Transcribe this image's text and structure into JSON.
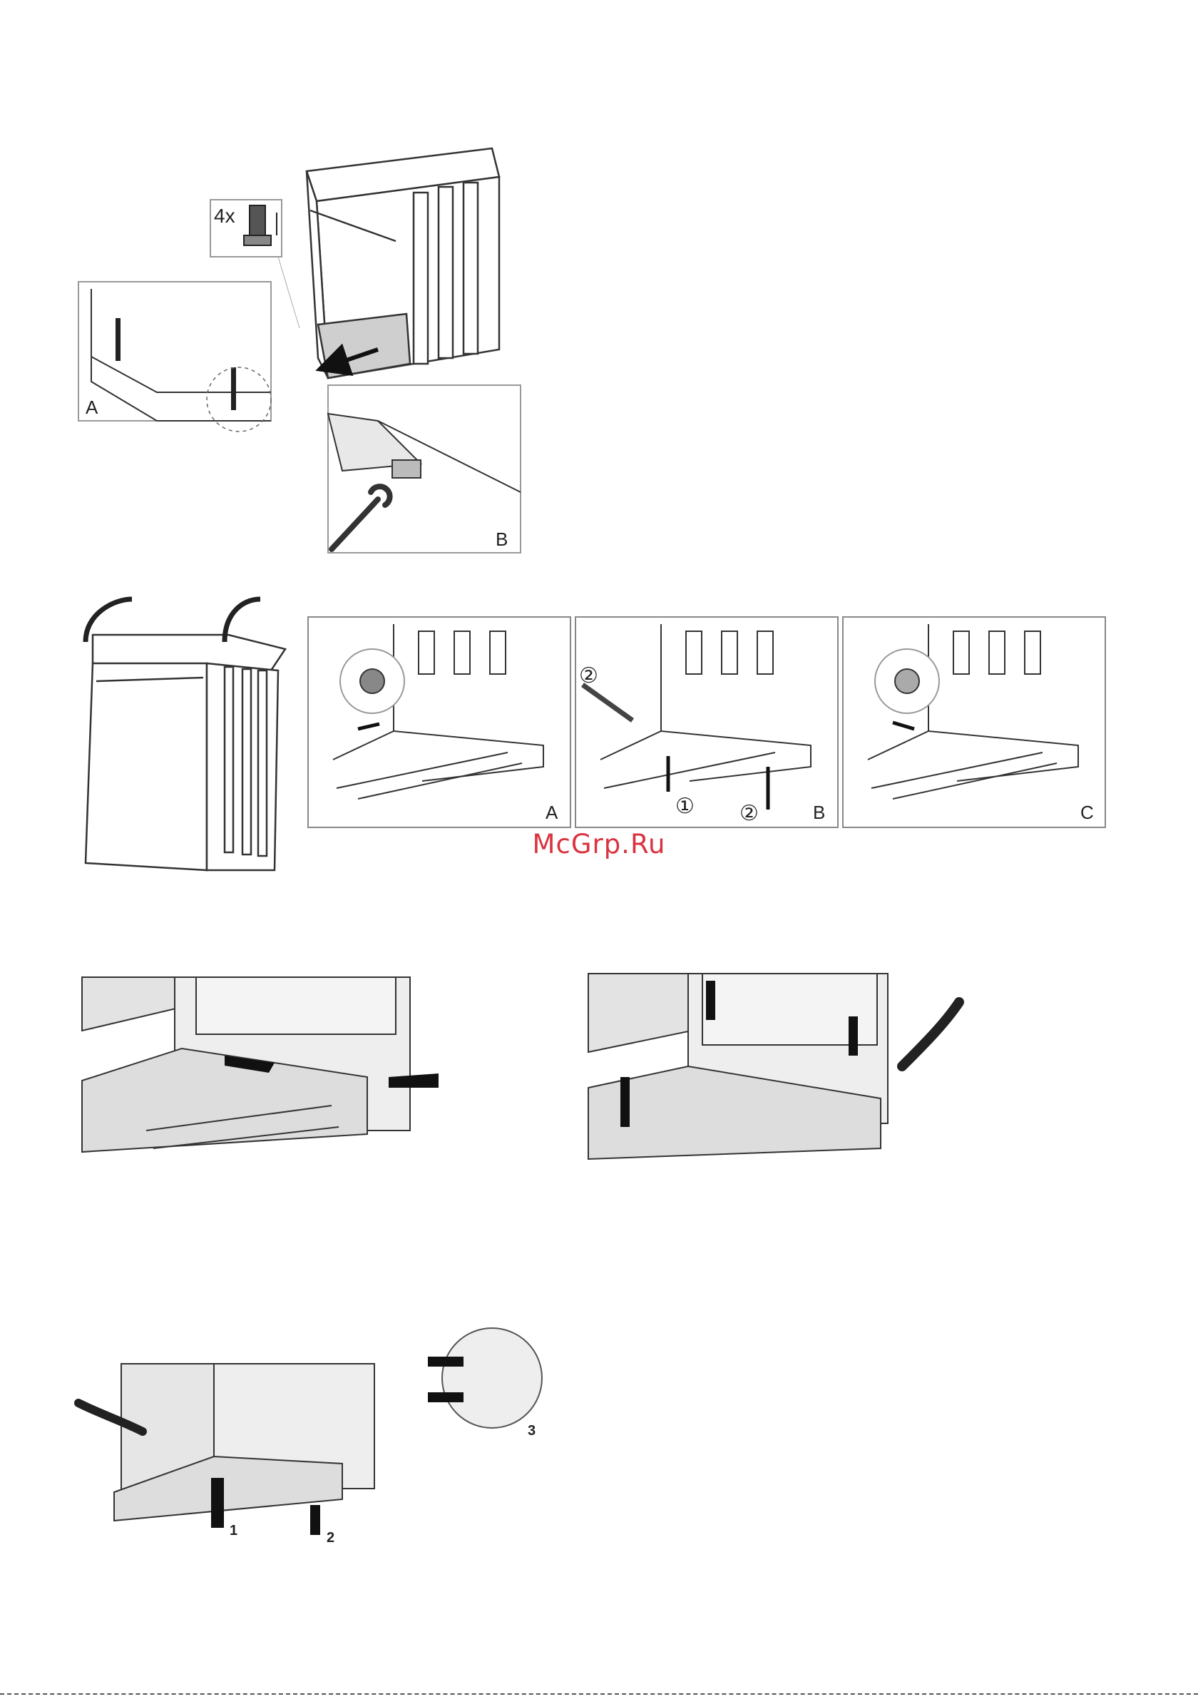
{
  "watermark": "McGrp.Ru",
  "fig1": {
    "qty_label": "4x",
    "detail_a_label": "A",
    "detail_b_label": "B"
  },
  "fig2": {
    "panel_a_label": "A",
    "panel_b_label": "B",
    "panel_c_label": "C",
    "step_1": "①",
    "step_2": "②"
  },
  "fig5": {
    "callout_1": "1",
    "callout_2": "2",
    "callout_3": "3"
  }
}
